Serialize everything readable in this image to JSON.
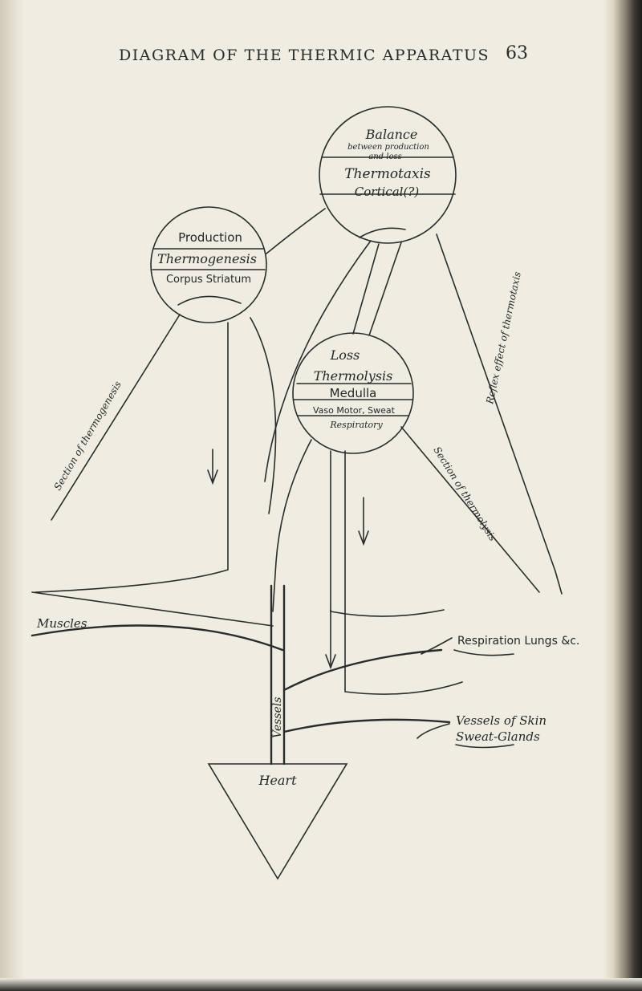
{
  "header": {
    "running_title": "DIAGRAM OF THE THERMIC APPARATUS",
    "page_number": "63"
  },
  "nodes": {
    "balance": {
      "title": "Balance",
      "subtitle_1": "between production",
      "subtitle_2": "and loss",
      "name": "Thermotaxis",
      "location": "Cortical(?)"
    },
    "production": {
      "title": "Production",
      "name": "Thermogenesis",
      "location": "Corpus Striatum"
    },
    "loss": {
      "title": "Loss",
      "name": "Thermolysis",
      "location": "Medulla",
      "centres": "Vaso Motor, Sweat",
      "centres_2": "Respiratory"
    },
    "heart": {
      "label": "Heart"
    }
  },
  "organs": {
    "muscles": "Muscles",
    "respiration": "Respiration Lungs &c.",
    "skin_line1": "Vessels of Skin",
    "skin_line2": "Sweat-Glands",
    "vessels": "Vessels"
  },
  "pathways": {
    "production_path": "Section of thermogenesis",
    "loss_path": "Section of thermolysis",
    "cortical_path": "Reflex effect of thermotaxis"
  },
  "colors": {
    "ink": "#2b2b2b",
    "paper": "#efece2"
  }
}
